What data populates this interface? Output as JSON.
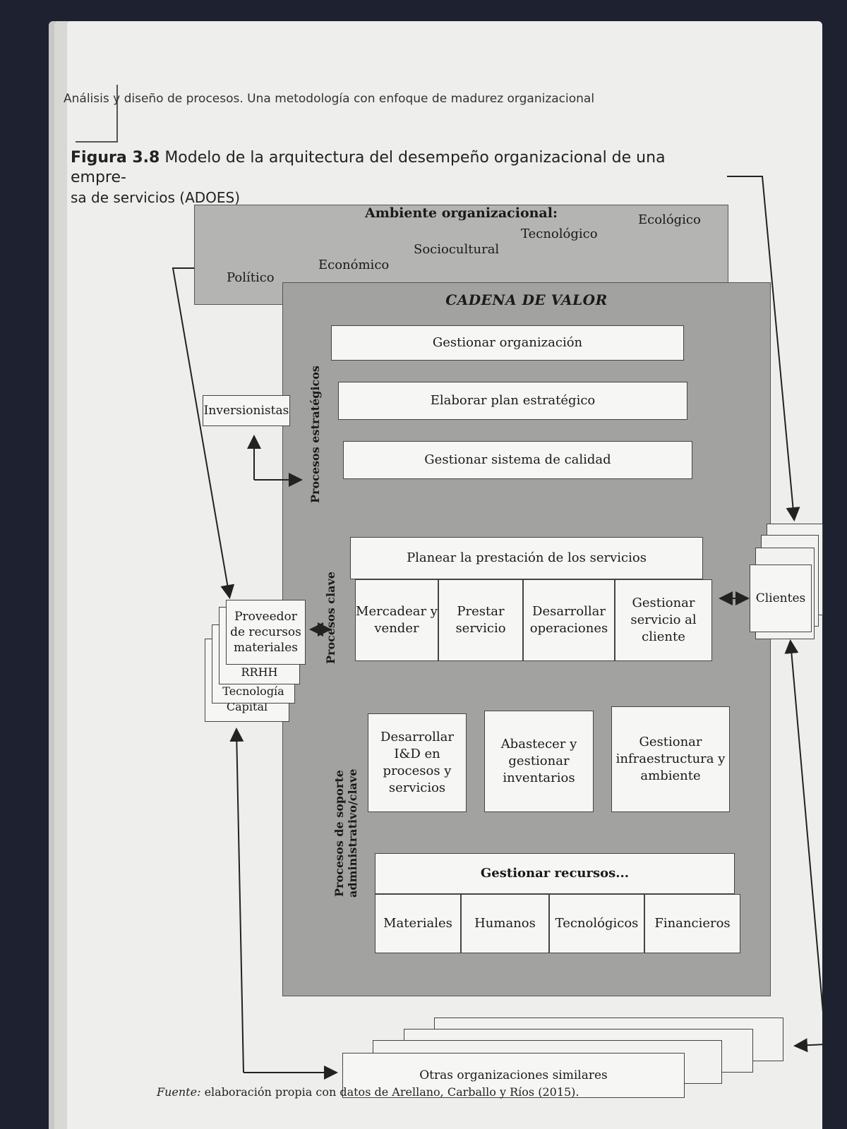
{
  "header": {
    "running_head": "Análisis y diseño de procesos. Una metodología con enfoque de madurez organizacional"
  },
  "figure": {
    "label": "Figura 3.8",
    "title": "Modelo de la arquitectura del desempeño organizacional de una empre-",
    "title_cont": "sa de servicios (ADOES)",
    "source_label": "Fuente:",
    "source_text": "elaboración propia con datos de Arellano, Carballo y Ríos (2015)."
  },
  "environment": {
    "title": "Ambiente organizacional:",
    "items": [
      "Político",
      "Económico",
      "Sociocultural",
      "Tecnológico",
      "Ecológico"
    ]
  },
  "value_chain": {
    "title": "CADENA DE VALOR",
    "strategic": {
      "label": "Procesos estratégicos",
      "processes": [
        "Gestionar organización",
        "Elaborar plan estratégico",
        "Gestionar sistema de calidad"
      ]
    },
    "key": {
      "label": "Procesos clave",
      "header": "Planear la prestación de los servicios",
      "processes": [
        "Mercadear y vender",
        "Prestar servicio",
        "Desarrollar operaciones",
        "Gestionar servicio al cliente"
      ]
    },
    "support": {
      "label_line1": "Procesos de soporte",
      "label_line2": "administrativo/clave",
      "processes": [
        "Desarrollar I&D en procesos y servicios",
        "Abastecer y gestionar inventarios",
        "Gestionar infraestructura y ambiente"
      ],
      "resources_header": "Gestionar recursos...",
      "resources": [
        "Materiales",
        "Humanos",
        "Tecnológicos",
        "Financieros"
      ]
    }
  },
  "external": {
    "investors": "Inversionistas",
    "suppliers": "Proveedor de recursos materiales",
    "supplier_stack": [
      "RRHH",
      "Tecnología",
      "Capital"
    ],
    "clients": "Clientes",
    "others": "Otras organizaciones similares"
  }
}
